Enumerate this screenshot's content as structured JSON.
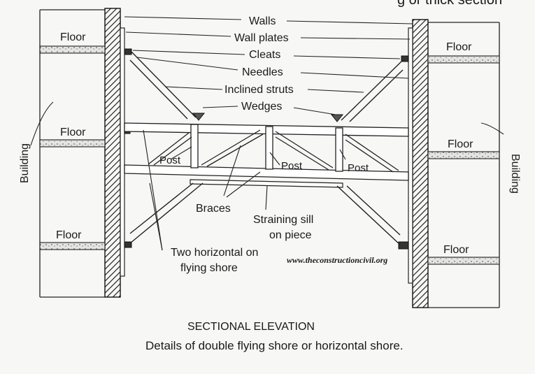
{
  "corner_text": "g or thick section",
  "labels": {
    "walls": "Walls",
    "wall_plates": "Wall plates",
    "cleats": "Cleats",
    "needles": "Needles",
    "inclined_struts": "Inclined struts",
    "wedges": "Wedges",
    "braces": "Braces",
    "straining_sill_line1": "Straining sill",
    "straining_sill_line2": "on piece",
    "two_horizontal_line1": "Two horizontal on",
    "two_horizontal_line2": "flying shore",
    "post": "Post",
    "floor": "Floor",
    "building": "Building"
  },
  "watermark": "www.theconstructioncivil.org",
  "caption": {
    "title": "SECTIONAL ELEVATION",
    "subtitle": "Details of double flying shore or horizontal shore."
  }
}
